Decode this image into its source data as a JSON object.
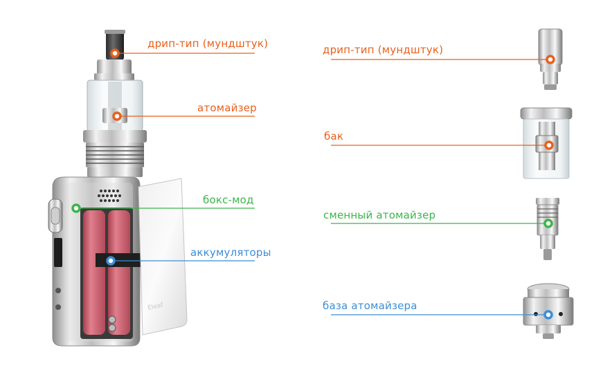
{
  "colors": {
    "orange": "#e8601c",
    "green": "#3bb54a",
    "blue": "#3b8ed6",
    "red": "#e02a24",
    "metal_dark": "#6c6c6c",
    "metal_light": "#e6e6e6",
    "battery": "#c9576a"
  },
  "left_labels": [
    {
      "text": "дрип-тип (мундштук)",
      "color": "orange"
    },
    {
      "text": "атомайзер",
      "color": "orange"
    },
    {
      "text": "бокс-мод",
      "color": "green"
    },
    {
      "text": "аккумуляторы",
      "color": "blue"
    }
  ],
  "right_labels": [
    {
      "text": "дрип-тип (мундштук)",
      "color": "orange"
    },
    {
      "text": "бак",
      "color": "orange"
    },
    {
      "text": "сменный атомайзер",
      "color": "green"
    },
    {
      "text": "база атомайзера",
      "color": "blue"
    }
  ]
}
